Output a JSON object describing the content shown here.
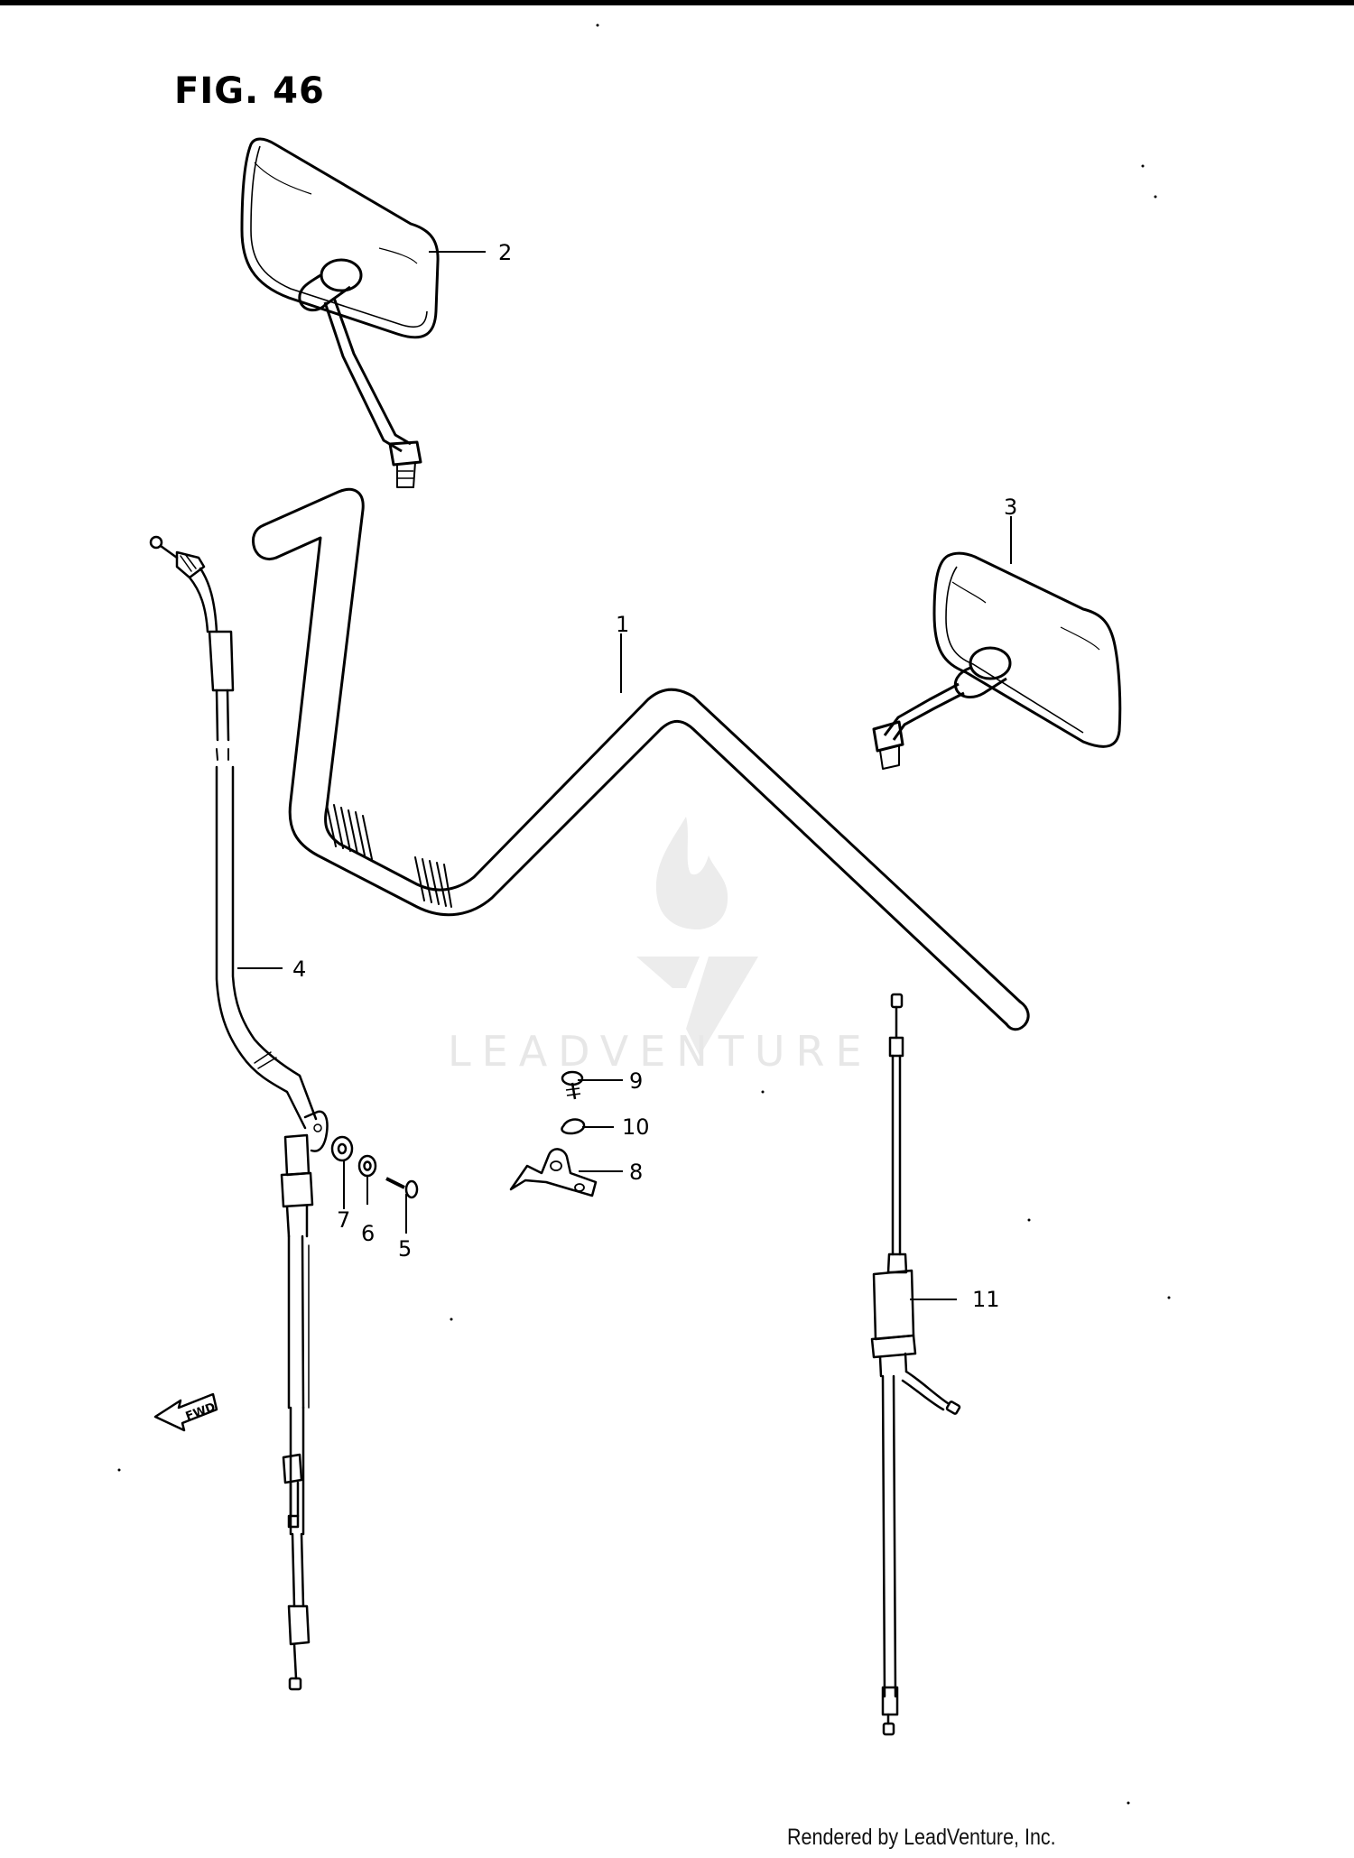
{
  "figure": {
    "title": "FIG. 46"
  },
  "watermark": {
    "text": "LEADVENTURE"
  },
  "footer": {
    "text": "Rendered by LeadVenture, Inc."
  },
  "direction_arrow": {
    "label": "FWD"
  },
  "callouts": [
    {
      "id": "1",
      "label": "1"
    },
    {
      "id": "2",
      "label": "2"
    },
    {
      "id": "3",
      "label": "3"
    },
    {
      "id": "4",
      "label": "4"
    },
    {
      "id": "5",
      "label": "5"
    },
    {
      "id": "6",
      "label": "6"
    },
    {
      "id": "7",
      "label": "7"
    },
    {
      "id": "8",
      "label": "8"
    },
    {
      "id": "9",
      "label": "9"
    },
    {
      "id": "10",
      "label": "10"
    },
    {
      "id": "11",
      "label": "11"
    }
  ]
}
